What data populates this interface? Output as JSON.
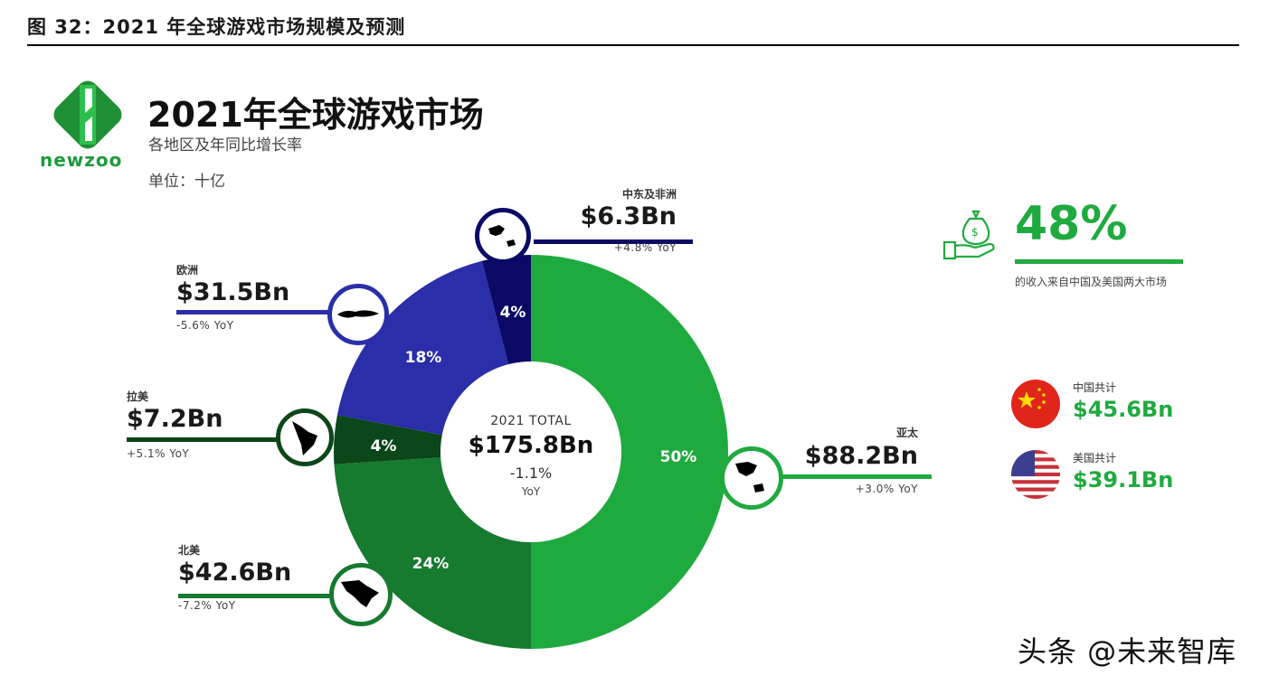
{
  "figure": {
    "caption": "图 32：2021 年全球游戏市场规模及预测"
  },
  "header": {
    "logo_text": "newzoo",
    "title": "2021年全球游戏市场",
    "subtitle": "各地区及年同比增长率",
    "unit": "单位：十亿"
  },
  "center": {
    "year_label": "2021 TOTAL",
    "total": "$175.8Bn",
    "yoy": "-1.1%",
    "yoy_label": "YoY"
  },
  "regions": [
    {
      "name": "亚太",
      "value": "$88.2Bn",
      "yoy": "+3.0% YoY",
      "share": "50%",
      "color": "#1faa3f"
    },
    {
      "name": "北美",
      "value": "$42.6Bn",
      "yoy": "-7.2% YoY",
      "share": "24%",
      "color": "#167a2f"
    },
    {
      "name": "拉美",
      "value": "$7.2Bn",
      "yoy": "+5.1% YoY",
      "share": "4%",
      "color": "#0b4719"
    },
    {
      "name": "欧洲",
      "value": "$31.5Bn",
      "yoy": "-5.6% YoY",
      "share": "18%",
      "color": "#2a2ea8"
    },
    {
      "name": "中东及非洲",
      "value": "$6.3Bn",
      "yoy": "+4.8% YoY",
      "share": "4%",
      "color": "#0a0a66"
    }
  ],
  "highlight": {
    "percent": "48%",
    "description": "的收入来自中国及美国两大市场"
  },
  "countries": [
    {
      "name": "中国共计",
      "value": "$45.6Bn"
    },
    {
      "name": "美国共计",
      "value": "$39.1Bn"
    }
  ],
  "watermark": "头条 @未来智库",
  "chart_data": {
    "type": "pie",
    "title": "2021年全球游戏市场",
    "subtitle": "各地区及年同比增长率",
    "unit": "单位：十亿 (USD Bn)",
    "donut": true,
    "center_label": "2021 TOTAL $175.8Bn -1.1% YoY",
    "categories": [
      "亚太",
      "北美",
      "拉美",
      "欧洲",
      "中东及非洲"
    ],
    "values": [
      88.2,
      42.6,
      7.2,
      31.5,
      6.3
    ],
    "shares_pct": [
      50,
      24,
      4,
      18,
      4
    ],
    "yoy_pct": [
      3.0,
      -7.2,
      5.1,
      -5.6,
      4.8
    ],
    "colors": [
      "#1faa3f",
      "#167a2f",
      "#0b4719",
      "#2a2ea8",
      "#0a0a66"
    ],
    "total": 175.8,
    "total_yoy_pct": -1.1,
    "annotations": [
      "48% 的收入来自中国及美国两大市场",
      "中国共计 $45.6Bn",
      "美国共计 $39.1Bn"
    ]
  }
}
